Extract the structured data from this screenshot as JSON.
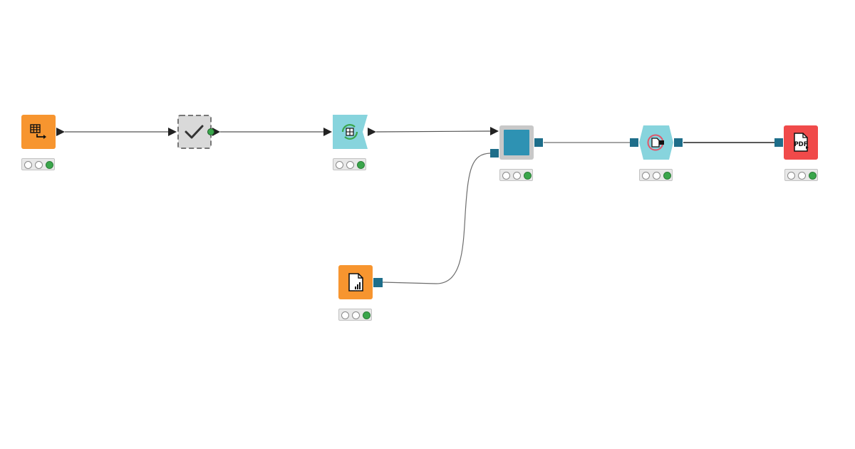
{
  "workflow": {
    "nodes": [
      {
        "id": "table-creator",
        "icon": "table-arrow-icon",
        "color": "#f7952f",
        "status": [
          "idle",
          "idle",
          "executed"
        ]
      },
      {
        "id": "component-checkmark",
        "icon": "checkmark-icon",
        "color": "#d9d9d9",
        "status": []
      },
      {
        "id": "table-to-view",
        "icon": "table-cycle-icon",
        "color": "#87d4dd",
        "status": [
          "idle",
          "idle",
          "executed"
        ]
      },
      {
        "id": "view-composer",
        "icon": "square-view-icon",
        "color": "#2e92b3",
        "status": [
          "idle",
          "idle",
          "executed"
        ]
      },
      {
        "id": "image-reader",
        "icon": "document-chart-icon",
        "color": "#f7952f",
        "status": [
          "idle",
          "idle",
          "executed"
        ]
      },
      {
        "id": "document-converter",
        "icon": "document-ring-icon",
        "color": "#87d4dd",
        "status": [
          "idle",
          "idle",
          "executed"
        ]
      },
      {
        "id": "pdf-writer",
        "icon": "pdf-document-icon",
        "color": "#f04a4a",
        "status": [
          "idle",
          "idle",
          "executed"
        ]
      }
    ],
    "edges": [
      {
        "from": "table-creator",
        "to": "component-checkmark"
      },
      {
        "from": "component-checkmark",
        "to": "table-to-view"
      },
      {
        "from": "table-to-view",
        "to": "view-composer"
      },
      {
        "from": "image-reader",
        "to": "view-composer"
      },
      {
        "from": "view-composer",
        "to": "document-converter"
      },
      {
        "from": "document-converter",
        "to": "pdf-writer"
      }
    ],
    "colors": {
      "data_port": "#222222",
      "object_port": "#1e6e8a",
      "executed": "#3aa64b",
      "connection": "#555555"
    },
    "pdf_icon_text": "PDF"
  }
}
